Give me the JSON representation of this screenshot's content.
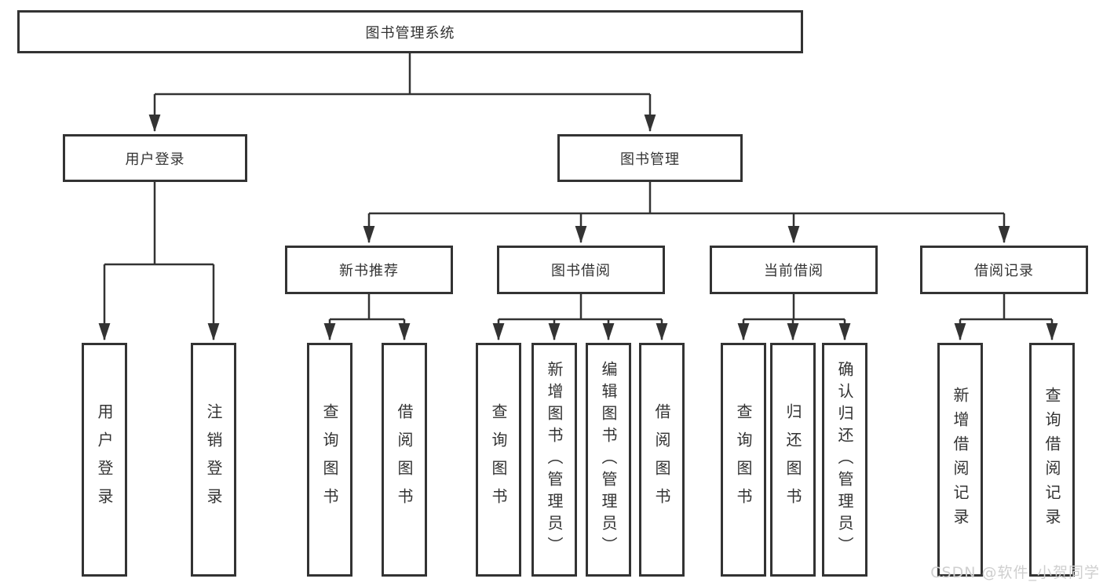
{
  "colors": {
    "background": "#ffffff",
    "box_border": "#333333",
    "line": "#333333",
    "text": "#333333",
    "watermark_text": "#cfcfcf"
  },
  "watermark": {
    "text": "CSDN @软件_小贺同学"
  },
  "tree": {
    "root": {
      "label": "图书管理系统",
      "children": [
        {
          "label": "用户登录",
          "children": [
            {
              "label": "用户登录"
            },
            {
              "label": "注销登录"
            }
          ]
        },
        {
          "label": "图书管理",
          "children": [
            {
              "label": "新书推荐",
              "children": [
                {
                  "label": "查询图书"
                },
                {
                  "label": "借阅图书"
                }
              ]
            },
            {
              "label": "图书借阅",
              "children": [
                {
                  "label": "查询图书"
                },
                {
                  "label": "新增图书（管理员）"
                },
                {
                  "label": "编辑图书（管理员）"
                },
                {
                  "label": "借阅图书"
                }
              ]
            },
            {
              "label": "当前借阅",
              "children": [
                {
                  "label": "查询图书"
                },
                {
                  "label": "归还图书"
                },
                {
                  "label": "确认归还（管理员）"
                }
              ]
            },
            {
              "label": "借阅记录",
              "children": [
                {
                  "label": "新增借阅记录"
                },
                {
                  "label": "查询借阅记录"
                }
              ]
            }
          ]
        }
      ]
    }
  }
}
